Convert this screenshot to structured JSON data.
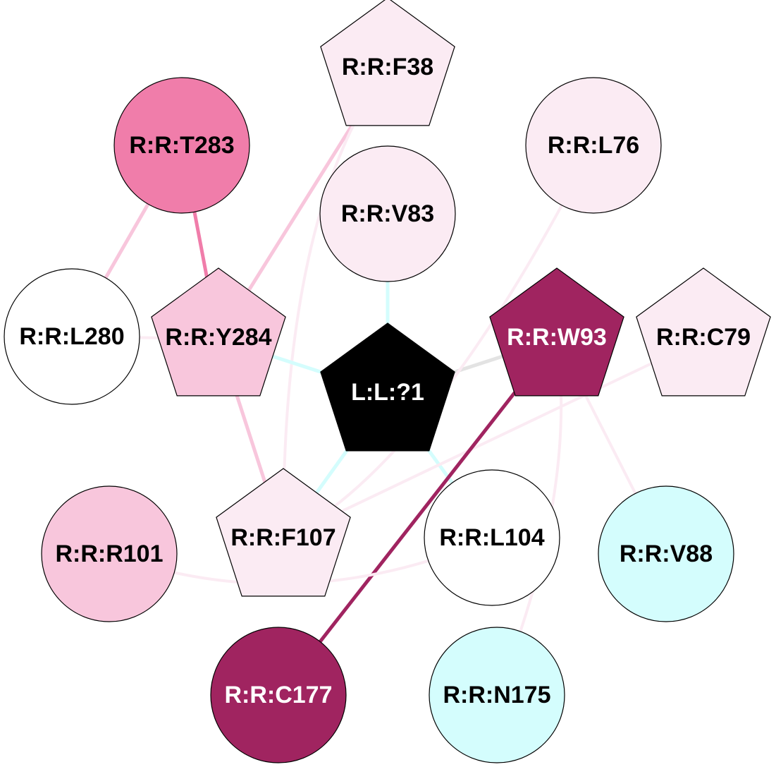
{
  "title": "Residue interaction network",
  "colors": {
    "ligand": "#000000",
    "strong": "#a02460",
    "medium": "#f07daa",
    "light": "#f8c6dc",
    "pale": "#fbebf3",
    "white": "#ffffff",
    "cyan": "#d4fdfd",
    "gray": "#e3e3e3"
  },
  "nodes": [
    {
      "id": "F38",
      "label": "R:R:F38",
      "shape": "pentagon",
      "fill": "pale",
      "text_color": "#000000"
    },
    {
      "id": "T283",
      "label": "R:R:T283",
      "shape": "circle",
      "fill": "medium",
      "text_color": "#000000"
    },
    {
      "id": "L76",
      "label": "R:R:L76",
      "shape": "circle",
      "fill": "pale",
      "text_color": "#000000"
    },
    {
      "id": "V83",
      "label": "R:R:V83",
      "shape": "circle",
      "fill": "pale",
      "text_color": "#000000"
    },
    {
      "id": "L280",
      "label": "R:R:L280",
      "shape": "circle",
      "fill": "white",
      "text_color": "#000000"
    },
    {
      "id": "Y284",
      "label": "R:R:Y284",
      "shape": "pentagon",
      "fill": "light",
      "text_color": "#000000"
    },
    {
      "id": "LIG",
      "label": "L:L:?1",
      "shape": "pentagon",
      "fill": "ligand",
      "text_color": "#ffffff"
    },
    {
      "id": "W93",
      "label": "R:R:W93",
      "shape": "pentagon",
      "fill": "strong",
      "text_color": "#ffffff"
    },
    {
      "id": "C79",
      "label": "R:R:C79",
      "shape": "pentagon",
      "fill": "pale",
      "text_color": "#000000"
    },
    {
      "id": "R101",
      "label": "R:R:R101",
      "shape": "circle",
      "fill": "light",
      "text_color": "#000000"
    },
    {
      "id": "F107",
      "label": "R:R:F107",
      "shape": "pentagon",
      "fill": "pale",
      "text_color": "#000000"
    },
    {
      "id": "L104",
      "label": "R:R:L104",
      "shape": "circle",
      "fill": "white",
      "text_color": "#000000"
    },
    {
      "id": "V88",
      "label": "R:R:V88",
      "shape": "circle",
      "fill": "cyan",
      "text_color": "#000000"
    },
    {
      "id": "C177",
      "label": "R:R:C177",
      "shape": "circle",
      "fill": "strong",
      "text_color": "#ffffff"
    },
    {
      "id": "N175",
      "label": "R:R:N175",
      "shape": "circle",
      "fill": "cyan",
      "text_color": "#000000"
    }
  ],
  "edges": [
    {
      "source": "T283",
      "target": "L280",
      "color": "light",
      "weight": "medium"
    },
    {
      "source": "T283",
      "target": "Y284",
      "color": "medium",
      "weight": "heavy"
    },
    {
      "source": "F38",
      "target": "Y284",
      "color": "light",
      "weight": "medium"
    },
    {
      "source": "F38",
      "target": "F107",
      "color": "pale",
      "weight": "light",
      "curved": true
    },
    {
      "source": "L280",
      "target": "Y284",
      "color": "pale",
      "weight": "light"
    },
    {
      "source": "Y284",
      "target": "F107",
      "color": "light",
      "weight": "medium"
    },
    {
      "source": "Y284",
      "target": "LIG",
      "color": "cyan",
      "weight": "medium"
    },
    {
      "source": "V83",
      "target": "LIG",
      "color": "cyan",
      "weight": "medium"
    },
    {
      "source": "LIG",
      "target": "W93",
      "color": "gray",
      "weight": "medium"
    },
    {
      "source": "LIG",
      "target": "F107",
      "color": "cyan",
      "weight": "medium"
    },
    {
      "source": "LIG",
      "target": "L104",
      "color": "cyan",
      "weight": "medium"
    },
    {
      "source": "L76",
      "target": "F107",
      "color": "pale",
      "weight": "light",
      "curved": true
    },
    {
      "source": "C79",
      "target": "F107",
      "color": "pale",
      "weight": "light"
    },
    {
      "source": "W93",
      "target": "C177",
      "color": "strong",
      "weight": "heavy"
    },
    {
      "source": "W93",
      "target": "V88",
      "color": "pale",
      "weight": "light"
    },
    {
      "source": "W93",
      "target": "N175",
      "color": "pale",
      "weight": "light",
      "curved": true
    },
    {
      "source": "R101",
      "target": "L104",
      "color": "pale",
      "weight": "light",
      "curved": true
    }
  ]
}
